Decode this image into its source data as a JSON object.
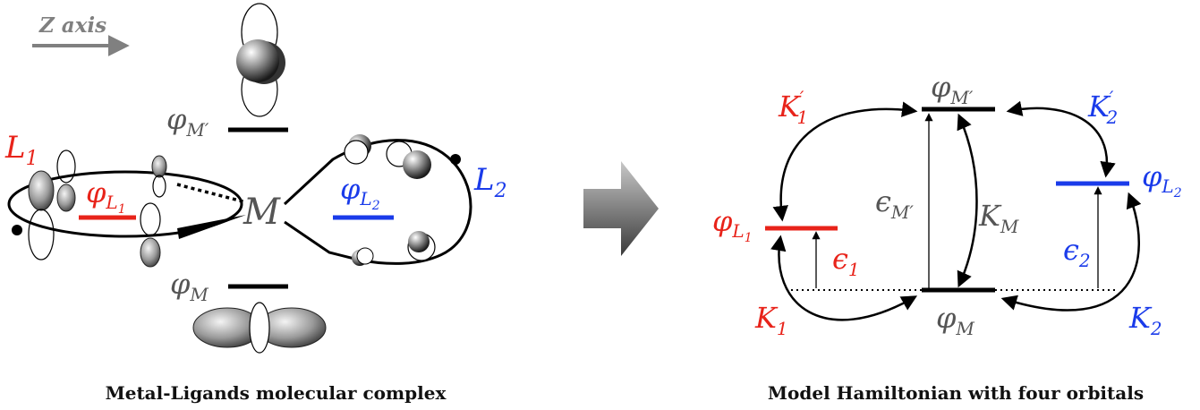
{
  "axis": {
    "label": "Z axis"
  },
  "left_panel": {
    "caption": "Metal-Ligands molecular complex",
    "metal_label": "M",
    "ligand1": {
      "label": "L",
      "sub": "1",
      "orbital": "φ",
      "orbital_sub": "L",
      "orbital_subsub": "1"
    },
    "ligand2": {
      "label": "L",
      "sub": "2",
      "orbital": "φ",
      "orbital_sub": "L",
      "orbital_subsub": "2"
    },
    "upper_orbital": {
      "symbol": "φ",
      "sub": "M′"
    },
    "lower_orbital": {
      "symbol": "φ",
      "sub": "M"
    }
  },
  "right_panel": {
    "caption": "Model Hamiltonian with four orbitals",
    "phi_M_prime": {
      "symbol": "φ",
      "sub": "M′"
    },
    "phi_M": {
      "symbol": "φ",
      "sub": "M"
    },
    "phi_L1": {
      "symbol": "φ",
      "sub": "L",
      "subsub": "1"
    },
    "phi_L2": {
      "symbol": "φ",
      "sub": "L",
      "subsub": "2"
    },
    "K1_prime": {
      "symbol": "K",
      "sub": "1",
      "sup": "′"
    },
    "K2_prime": {
      "symbol": "K",
      "sub": "2",
      "sup": "′"
    },
    "K1": {
      "symbol": "K",
      "sub": "1"
    },
    "K2": {
      "symbol": "K",
      "sub": "2"
    },
    "KM": {
      "symbol": "K",
      "sub": "M"
    },
    "eps_M_prime": {
      "symbol": "ϵ",
      "sub": "M′"
    },
    "eps1": {
      "symbol": "ϵ",
      "sub": "1"
    },
    "eps2": {
      "symbol": "ϵ",
      "sub": "2"
    }
  },
  "colors": {
    "ligand1": "#e8231a",
    "ligand2": "#1a3bea",
    "metal": "#555555",
    "axis": "#808080",
    "arrow_fill": "#5a5a5a"
  }
}
